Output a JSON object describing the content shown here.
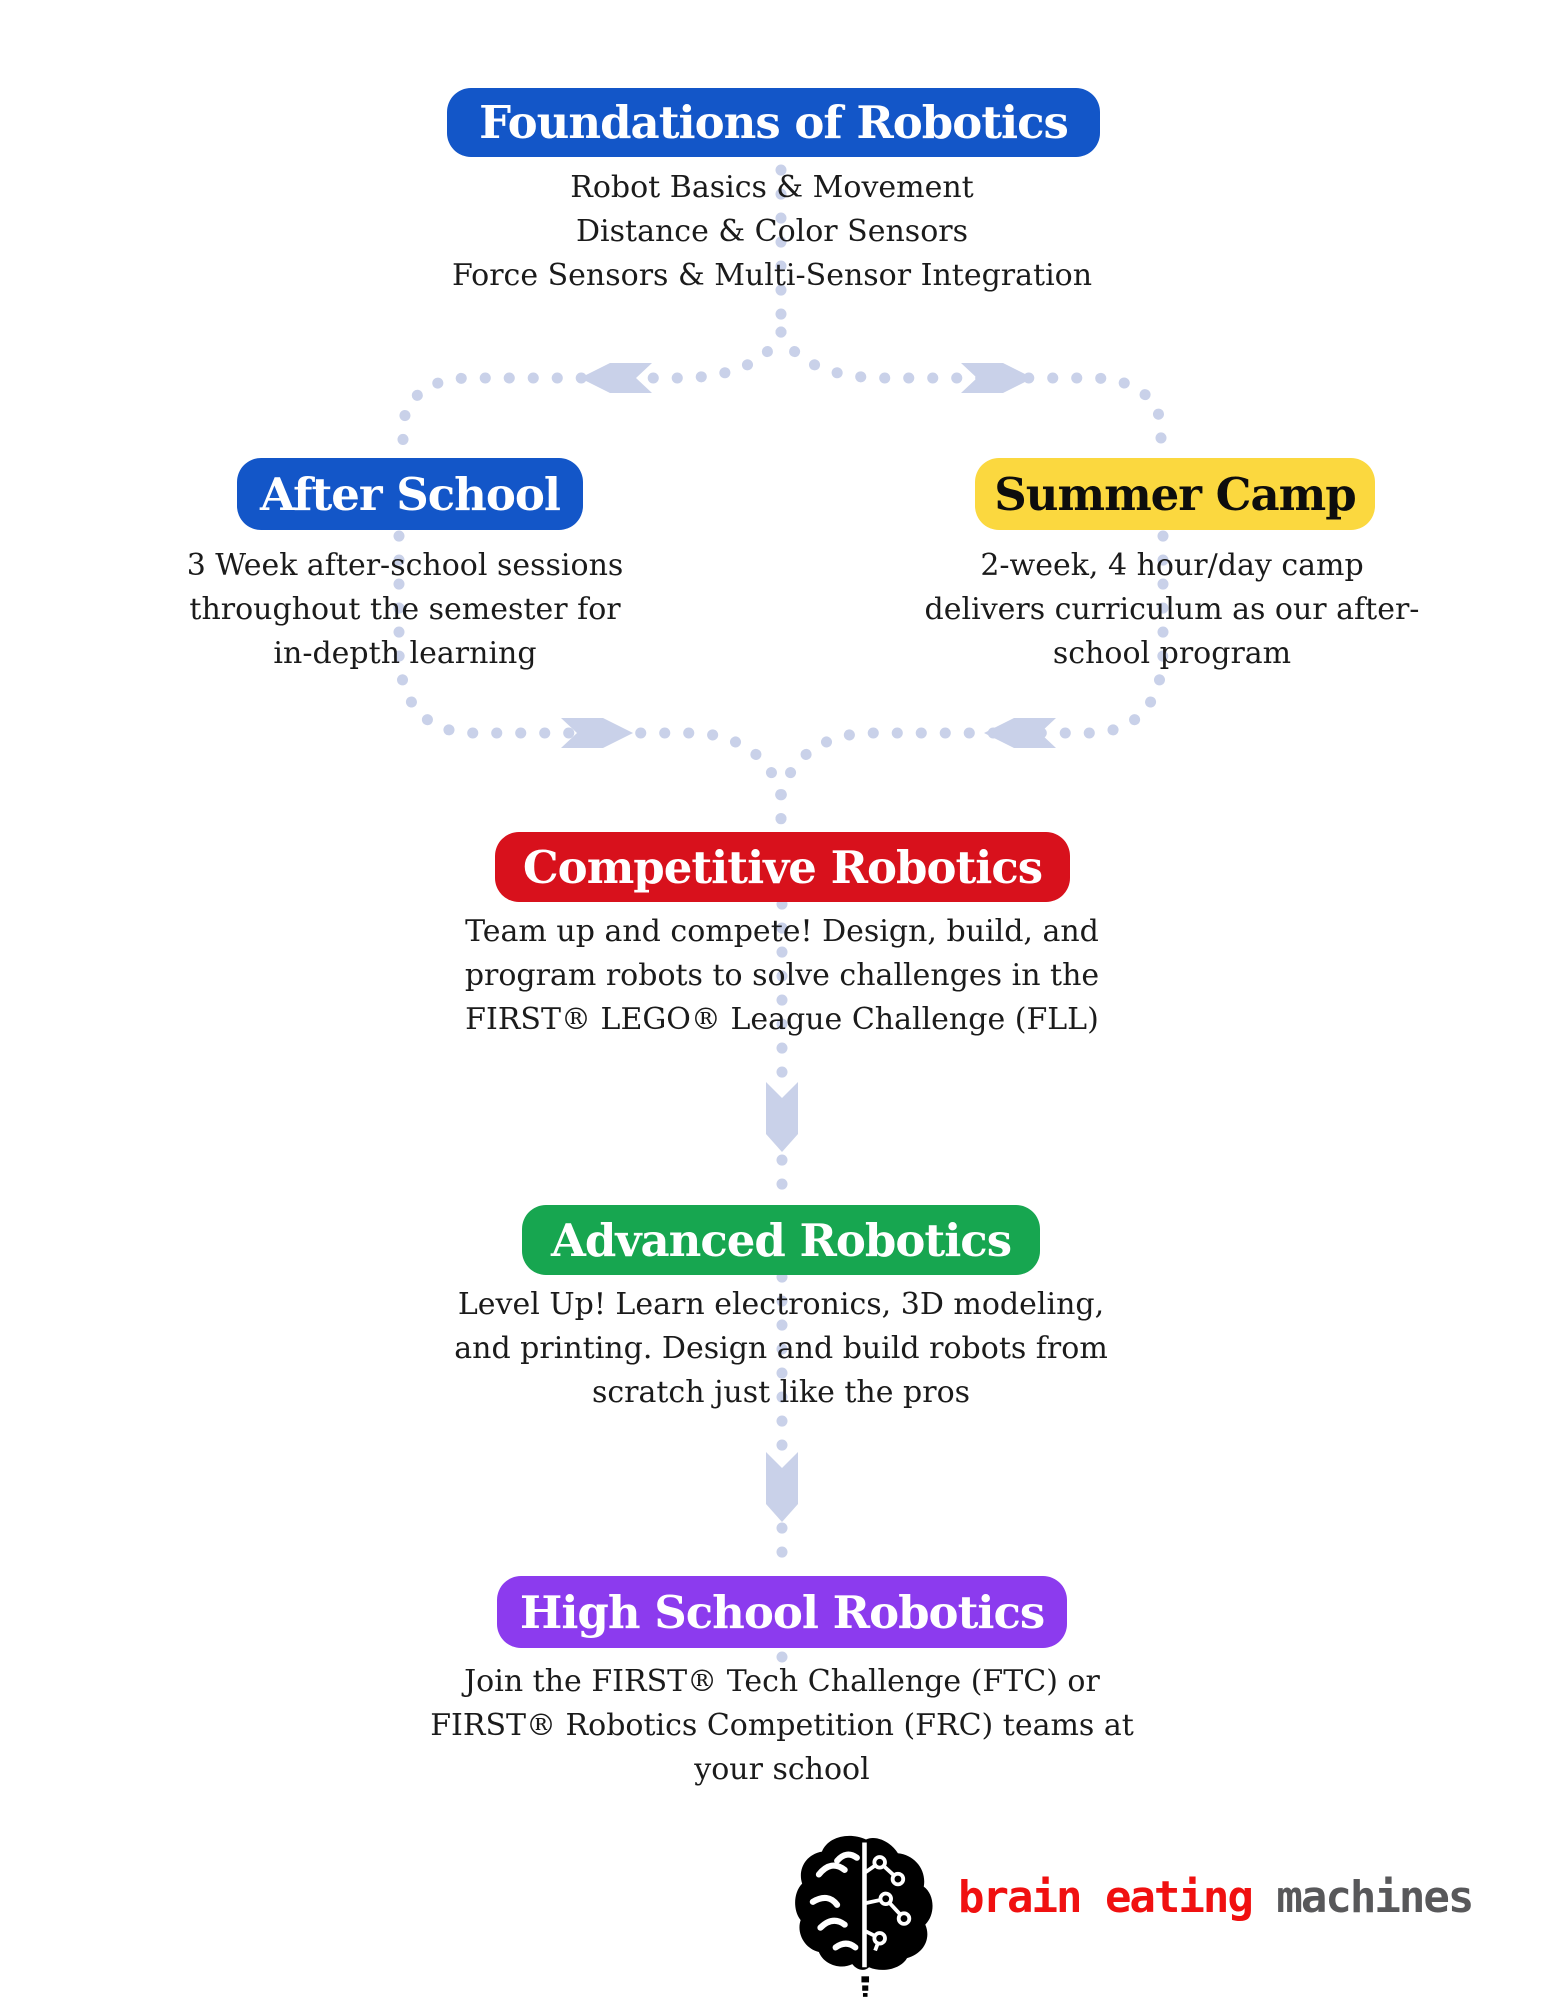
{
  "flowchart": {
    "foundations": {
      "title": "Foundations of Robotics",
      "color": "#1356c8",
      "lines": [
        "Robot Basics & Movement",
        "Distance & Color Sensors",
        "Force Sensors & Multi-Sensor Integration"
      ]
    },
    "after_school": {
      "title": "After School",
      "color": "#1356c8",
      "lines": [
        "3 Week after-school sessions",
        "throughout the semester for",
        "in-depth learning"
      ]
    },
    "summer_camp": {
      "title": "Summer Camp",
      "color": "#fbd83f",
      "lines": [
        "2-week, 4 hour/day camp",
        "delivers curriculum as our after-",
        "school program"
      ]
    },
    "competitive": {
      "title": "Competitive Robotics",
      "color": "#d8111c",
      "lines": [
        "Team up and compete! Design, build, and",
        "program robots to solve challenges in the",
        "FIRST® LEGO® League Challenge (FLL)"
      ]
    },
    "advanced": {
      "title": "Advanced Robotics",
      "color": "#17a650",
      "lines": [
        "Level Up! Learn electronics, 3D modeling,",
        "and printing. Design and build robots from",
        "scratch just like the pros"
      ]
    },
    "high_school": {
      "title": "High School Robotics",
      "color": "#8c3bee",
      "lines": [
        "Join the FIRST® Tech Challenge (FTC) or",
        "FIRST® Robotics Competition (FRC) teams at",
        "your school"
      ]
    }
  },
  "logo": {
    "word_red": "brain eating",
    "word_gray": " machines"
  },
  "icons": {
    "flow_arrow": "chevron-ribbon-arrow",
    "brain": "brain-circuit-icon"
  },
  "colors": {
    "connector": "#c9d1e9",
    "blue": "#1356c8",
    "yellow": "#fbd83f",
    "red": "#d8111c",
    "green": "#17a650",
    "purple": "#8c3bee",
    "body_text": "#1b1b1b",
    "logo_red": "#f01010",
    "logo_gray": "#58585a"
  }
}
